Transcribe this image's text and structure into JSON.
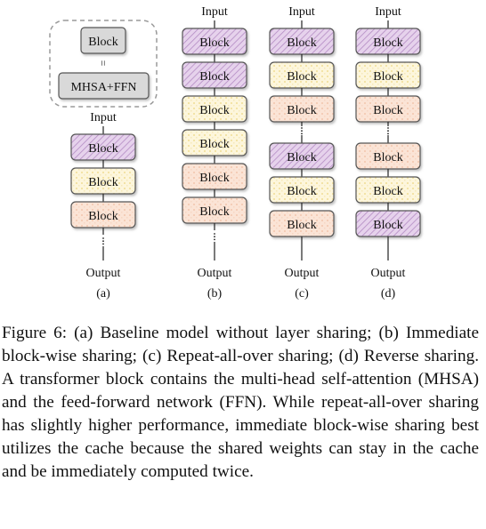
{
  "legend": {
    "block_label": "Block",
    "equals_glyph": "=",
    "mhsa_label": "MHSA+FFN"
  },
  "columns": [
    {
      "id": "a",
      "input": "Input",
      "output": "Output",
      "sublabel": "(a)",
      "blocks": [
        {
          "label": "Block",
          "style": "hatch-purple"
        },
        {
          "label": "Block",
          "style": "dots-yellow"
        },
        {
          "label": "Block",
          "style": "dots-peach"
        }
      ],
      "trailing_ellipsis": true
    },
    {
      "id": "b",
      "input": "Input",
      "output": "Output",
      "sublabel": "(b)",
      "blocks": [
        {
          "label": "Block",
          "style": "hatch-purple"
        },
        {
          "label": "Block",
          "style": "hatch-purple"
        },
        {
          "label": "Block",
          "style": "dots-yellow"
        },
        {
          "label": "Block",
          "style": "dots-yellow"
        },
        {
          "label": "Block",
          "style": "dots-peach"
        },
        {
          "label": "Block",
          "style": "dots-peach"
        }
      ],
      "trailing_ellipsis": true
    },
    {
      "id": "c",
      "input": "Input",
      "output": "Output",
      "sublabel": "(c)",
      "blocks": [
        {
          "label": "Block",
          "style": "hatch-purple"
        },
        {
          "label": "Block",
          "style": "dots-yellow"
        },
        {
          "label": "Block",
          "style": "dots-peach"
        },
        {
          "ellipsis": true
        },
        {
          "label": "Block",
          "style": "hatch-purple"
        },
        {
          "label": "Block",
          "style": "dots-yellow"
        },
        {
          "label": "Block",
          "style": "dots-peach"
        }
      ],
      "trailing_ellipsis": false
    },
    {
      "id": "d",
      "input": "Input",
      "output": "Output",
      "sublabel": "(d)",
      "blocks": [
        {
          "label": "Block",
          "style": "hatch-purple"
        },
        {
          "label": "Block",
          "style": "dots-yellow"
        },
        {
          "label": "Block",
          "style": "dots-peach"
        },
        {
          "ellipsis": true
        },
        {
          "label": "Block",
          "style": "dots-peach"
        },
        {
          "label": "Block",
          "style": "dots-yellow"
        },
        {
          "label": "Block",
          "style": "hatch-purple"
        }
      ],
      "trailing_ellipsis": false
    }
  ],
  "colors": {
    "hatch-purple": "#e2cbe9",
    "dots-yellow": "#fdf3d4",
    "dots-peach": "#fbe0d2",
    "legend-block": "#d9d9d9"
  },
  "caption": "Figure 6: (a) Baseline model without layer sharing; (b) Immediate block-wise sharing; (c) Repeat-all-over sharing; (d) Reverse sharing. A transformer block contains the multi-head self-attention (MHSA) and the feed-forward network (FFN). While repeat-all-over sharing has slightly higher performance, immediate block-wise sharing best utilizes the cache because the shared weights can stay in the cache and be immediately computed twice."
}
